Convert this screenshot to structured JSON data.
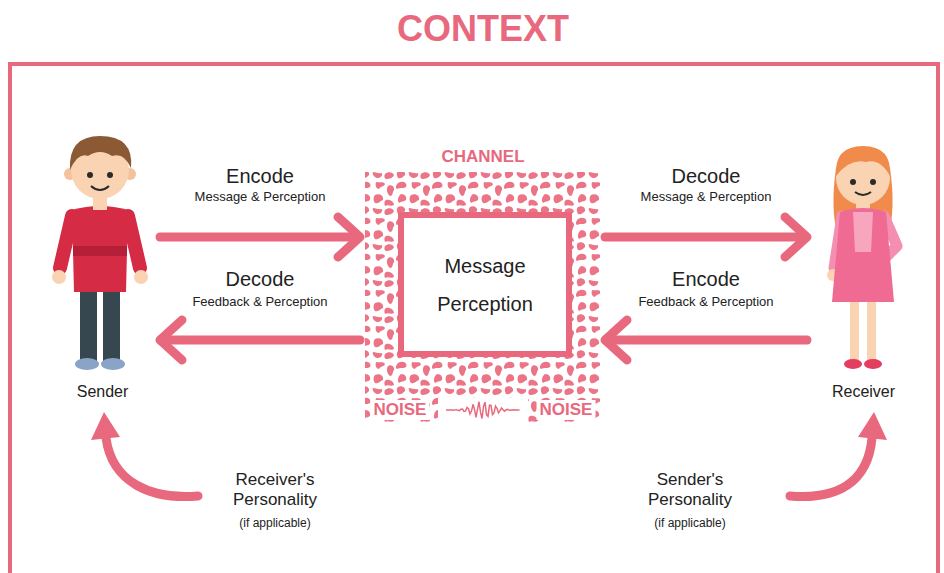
{
  "diagram": {
    "nodes": [
      {
        "text": [
          "CONTEXT"
        ]
      },
      {
        "text": [
          "Sender"
        ],
        "in": 0
      },
      {
        "text": [
          "CHANNEL",
          "NOISE",
          "NOISE"
        ],
        "in": 0
      },
      {
        "text": [
          "Message Perception"
        ],
        "in": 2
      },
      {
        "text": [
          "Receiver"
        ],
        "in": 0
      }
    ],
    "edges": [
      {
        "from": 1,
        "to": 2,
        "label": "Encode",
        "arrow": "to"
      },
      {
        "from": 2,
        "to": 1,
        "label": "Decode",
        "arrow": "to"
      },
      {
        "from": 2,
        "to": 4,
        "label": "Decode",
        "arrow": "to"
      },
      {
        "from": 4,
        "to": 2,
        "label": "Encode",
        "arrow": "to"
      }
    ],
    "labels": [
      "Message & Perception",
      "Feedback & Perception",
      "Message & Perception",
      "Feedback & Perception",
      "Receiver's Personality",
      "(if applicable)",
      "Sender's Personality",
      "(if applicable)"
    ]
  }
}
